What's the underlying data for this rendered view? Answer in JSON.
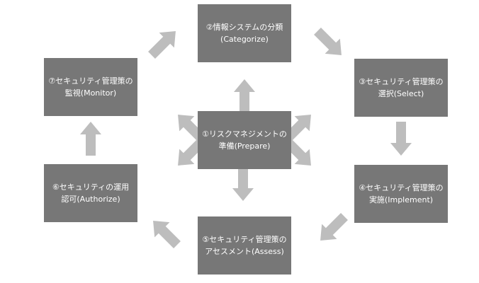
{
  "steps": [
    {
      "line1": "①リスクマネジメントの",
      "line2": "準備(Prepare)"
    },
    {
      "line1": "②情報システムの分類",
      "line2": "(Categorize)"
    },
    {
      "line1": "③セキュリティ管理策の",
      "line2": "選択(Select)"
    },
    {
      "line1": "④セキュリティ管理策の",
      "line2": "実施(Implement)"
    },
    {
      "line1": "⑤セキュリティ管理策の",
      "line2": "アセスメント(Assess)"
    },
    {
      "line1": "⑥セキュリティの運用",
      "line2": "認可(Authorize)"
    },
    {
      "line1": "⑦セキュリティ管理策の",
      "line2": "監視(Monitor)"
    }
  ],
  "colors": {
    "box": "#777777",
    "arrow": "#bdbdbd",
    "text": "#ffffff"
  }
}
